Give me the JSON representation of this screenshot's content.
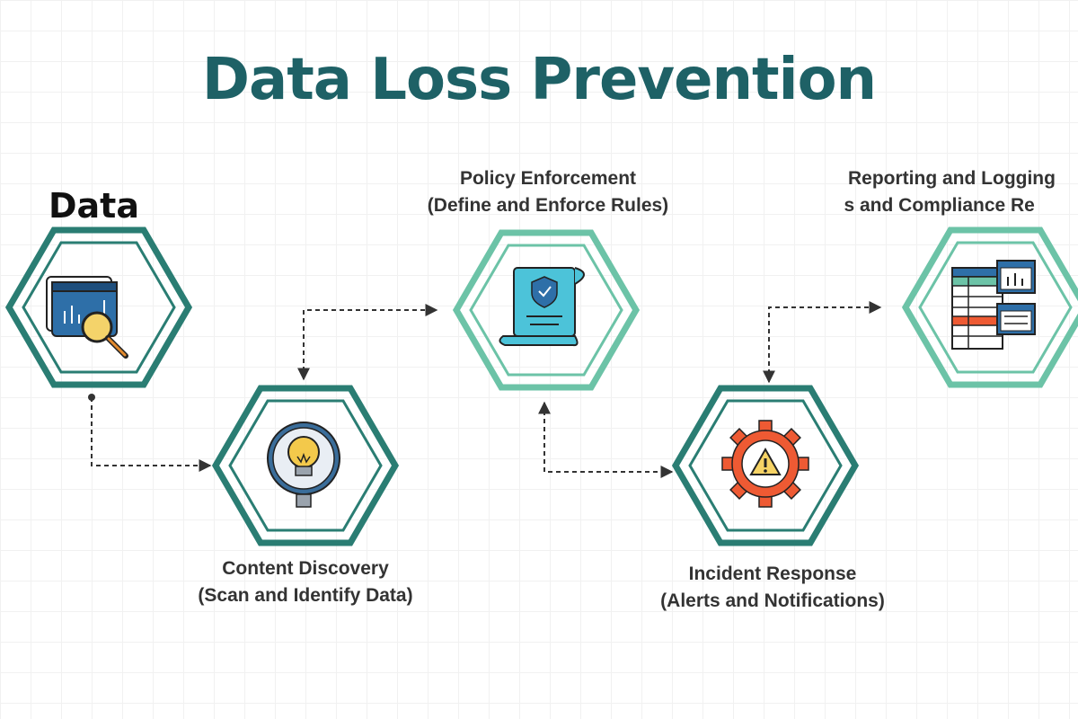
{
  "title": "Data Loss Prevention",
  "data_label": "Data",
  "steps": [
    {
      "name": "Content Discovery",
      "detail": "(Scan and Identify Data)"
    },
    {
      "name": "Policy Enforcement",
      "detail": "(Define and Enforce Rules)"
    },
    {
      "name": "Incident Response",
      "detail": "(Alerts and Notifications)"
    },
    {
      "name": "Reporting and Logging",
      "detail": "(Logs and Compliance Re"
    }
  ],
  "colors": {
    "title": "#1e6166",
    "hex_dark": "#2a7d73",
    "hex_light": "#6cc3a7",
    "connector": "#333333",
    "accent_blue": "#2e6fa8",
    "accent_orange": "#ee5a33"
  }
}
